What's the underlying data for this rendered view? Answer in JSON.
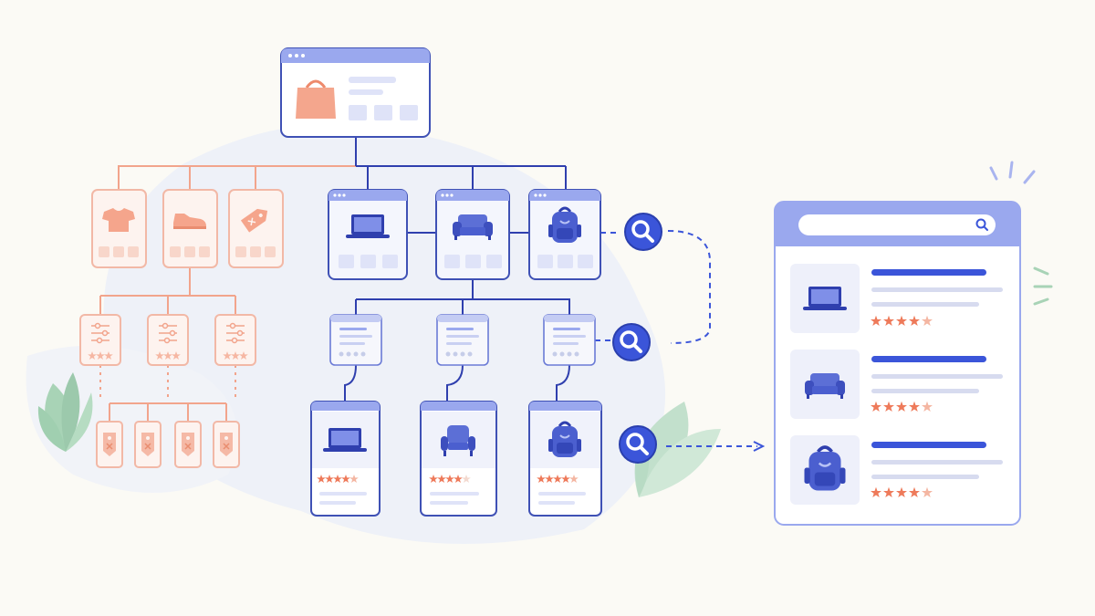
{
  "colors": {
    "background": "#fbfaf5",
    "orange_tree": "#f2a48c",
    "blue_tree": "#2f3fae",
    "accent_blue": "#3b55d9",
    "panel_header": "#9aa8ee",
    "star": "#ee7a5a",
    "leaf": "#a8d3b6",
    "blob": "#eef1f8"
  },
  "icons": {
    "root": "shopping-bag-icon",
    "left_categories": [
      "tshirt-icon",
      "sneaker-icon",
      "price-tag-icon"
    ],
    "filter_nodes": [
      "sliders-icon",
      "sliders-icon",
      "sliders-icon"
    ],
    "left_leaves": [
      "tag-icon",
      "tag-icon",
      "tag-icon",
      "tag-icon"
    ],
    "blue_categories": [
      "laptop-icon",
      "sofa-icon",
      "backpack-icon"
    ],
    "products": [
      "laptop-icon",
      "armchair-icon",
      "backpack-icon"
    ],
    "search": "magnifier-icon",
    "results": [
      "laptop-icon",
      "sofa-icon",
      "backpack-icon"
    ]
  },
  "ratings": {
    "products": [
      4.5,
      4,
      4.5
    ],
    "results": [
      4.5,
      4.5,
      4.5
    ],
    "max": 5
  }
}
